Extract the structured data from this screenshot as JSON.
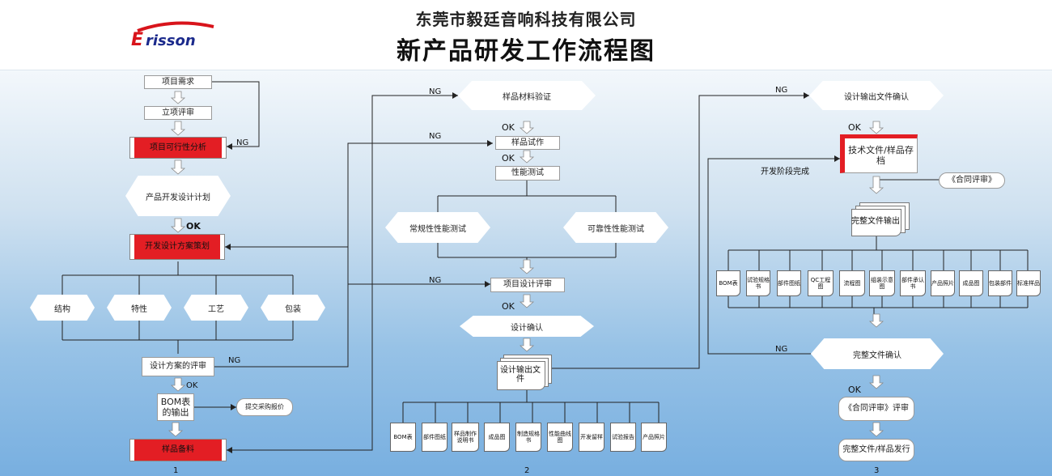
{
  "header": {
    "company": "东莞市毅廷音响科技有限公司",
    "title": "新产品研发工作流程图",
    "logo_text": "risson",
    "logo_initial": "E"
  },
  "col1": {
    "project_need": "项目需求",
    "project_review": "立项评审",
    "feasibility": "项目可行性分析",
    "plan": "产品开发设计计划",
    "design_plan": "开发设计方案策划",
    "structure": "结构",
    "feature": "特性",
    "process": "工艺",
    "packaging": "包装",
    "scheme_review": "设计方案的评审",
    "bom_output": "BOM表的输出",
    "purchase": "提交采购报价",
    "sample": "样品备料",
    "page": "1",
    "ng_label": "NG",
    "ok_label": "OK",
    "ng2_label": "NG",
    "ok2_label": "OK"
  },
  "col2": {
    "material_verify": "样品材料验证",
    "trial": "样品试作",
    "perf_test": "性能测试",
    "regular_test": "常规性性能测试",
    "reliability_test": "可靠性性能测试",
    "design_review": "项目设计评审",
    "design_confirm": "设计确认",
    "design_output": "设计输出文件",
    "docs": [
      "BOM表",
      "部件图纸",
      "样品制作说明书",
      "成品图",
      "制造规格书",
      "性能曲线图",
      "开发留样",
      "试验报告",
      "产品照片"
    ],
    "page": "2",
    "ng1": "NG",
    "ng2": "NG",
    "ng3": "NG",
    "ok1": "OK",
    "ok2": "OK",
    "ok3": "OK"
  },
  "col3": {
    "output_confirm": "设计输出文件确认",
    "tech_docs": "技术文件/样品存档",
    "stage_done": "开发阶段完成",
    "contract_review": "《合同评审》",
    "final_output": "完整文件输出",
    "docs": [
      "BOM表",
      "试验规格书",
      "部件图纸",
      "QC工程图",
      "流程图",
      "组装示意图",
      "部件承认书",
      "产品照片",
      "成品图",
      "包装部件",
      "标准样品"
    ],
    "file_confirm": "完整文件确认",
    "contract_review2": "《合同评审》评审",
    "release": "完整文件/样品发行",
    "page": "3",
    "ng1": "NG",
    "ng2": "NG",
    "ok1": "OK",
    "ok2": "OK"
  }
}
